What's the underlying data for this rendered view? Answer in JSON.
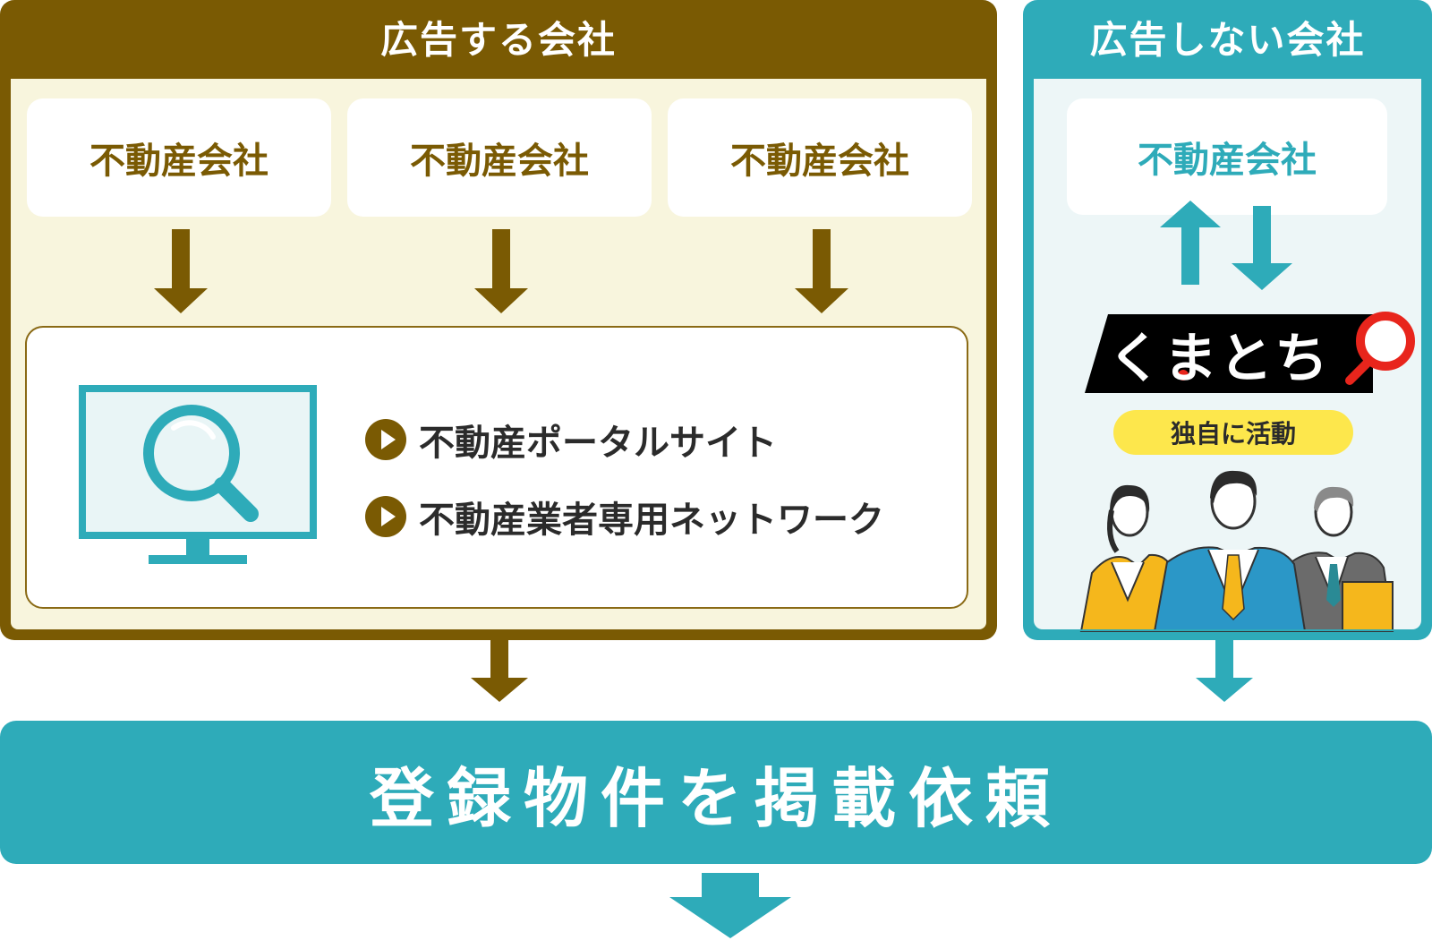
{
  "advertising": {
    "title": "広告する会社",
    "companies": [
      "不動産会社",
      "不動産会社",
      "不動産会社"
    ],
    "media": [
      "不動産ポータルサイト",
      "不動産業者専用ネットワーク"
    ]
  },
  "non_advertising": {
    "title": "広告しない会社",
    "company": "不動産会社",
    "brand": "くまとち",
    "badge": "独自に活動"
  },
  "result": {
    "label": "登録物件を掲載依頼"
  },
  "colors": {
    "brown": "#7a5a03",
    "cream": "#f8f5dd",
    "teal": "#2eabb9",
    "yellow": "#fde74c",
    "brand_red": "#e8251c"
  }
}
